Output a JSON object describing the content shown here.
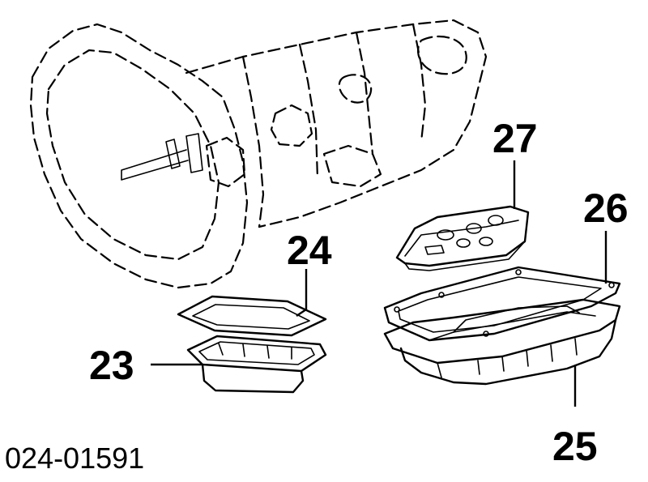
{
  "diagram": {
    "part_number": "024-01591",
    "callouts": {
      "c23": "23",
      "c24": "24",
      "c25": "25",
      "c26": "26",
      "c27": "27"
    }
  }
}
